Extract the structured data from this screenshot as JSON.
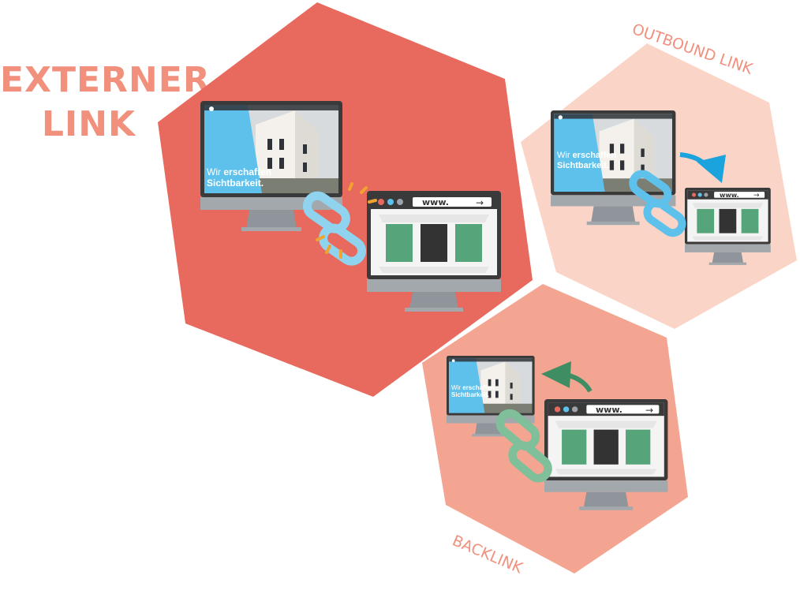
{
  "title": {
    "line1": "EXTERNER",
    "line2": "LINK"
  },
  "labels": {
    "outbound": "OUTBOUND LINK",
    "backlink": "BACKLINK"
  },
  "screens": {
    "website_text_line1_a": "Wir",
    "website_text_line1_b": "erschaffen",
    "website_text_line2": "Sichtbarkeit.",
    "browser_url": "www.",
    "browser_arrow": "→"
  },
  "colors": {
    "main_hex": "#e8695d",
    "outbound_hex": "#fad5c7",
    "backlink_hex": "#f3a592",
    "title": "#f0907d",
    "link_blue": "#8fd3ef",
    "link_green": "#7fbf9a",
    "arrow_blue": "#1aa3dc",
    "arrow_green": "#3f8e63",
    "site_blue": "#5ec1ec",
    "block_green": "#56a57a",
    "block_dark": "#333333",
    "monitor_frame": "#3a3a3a",
    "monitor_base": "#9da3a8"
  },
  "icons": [
    "chain-link-icon",
    "arrow-icon",
    "spark-icon"
  ]
}
